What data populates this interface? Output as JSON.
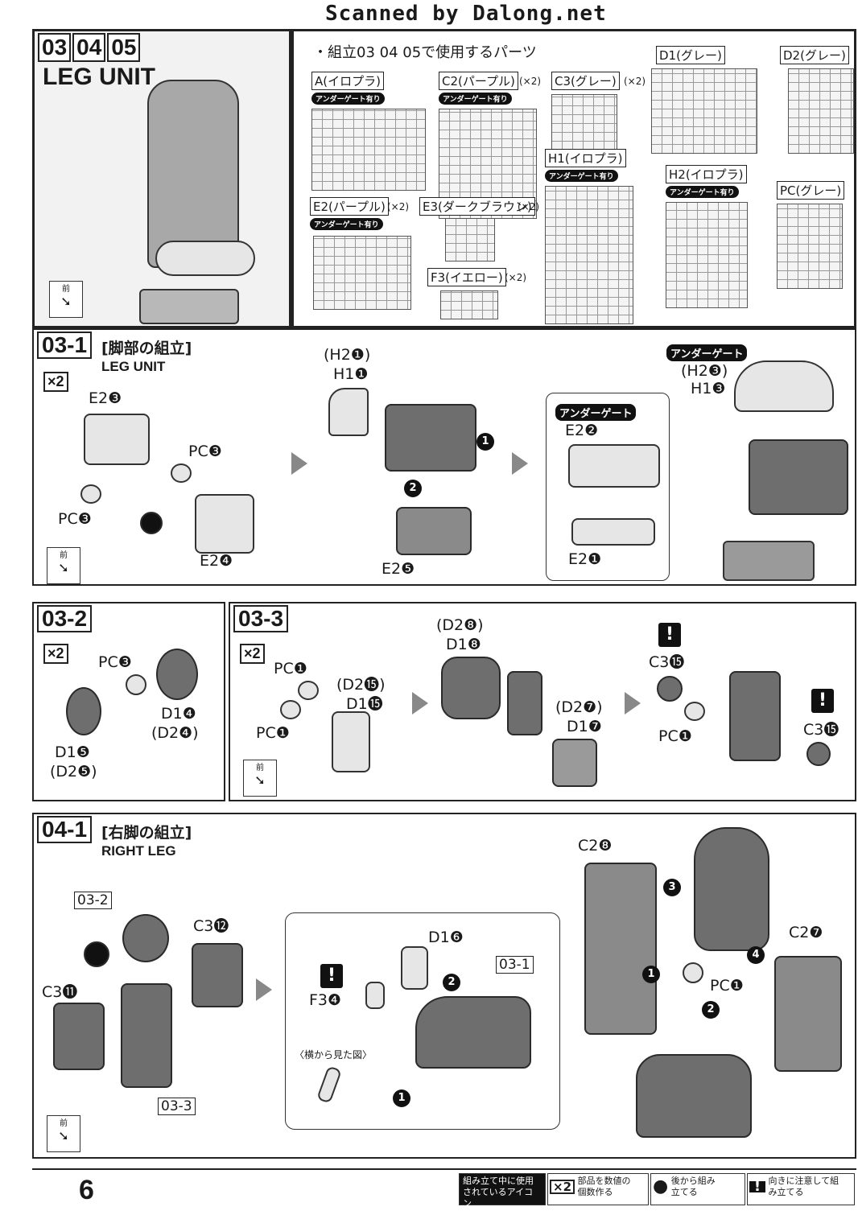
{
  "header": {
    "scan_credit": "Scanned by Dalong.net"
  },
  "intro": {
    "step_numbers": [
      "03",
      "04",
      "05"
    ],
    "title": "LEG UNIT",
    "front_label": "前"
  },
  "parts_used": {
    "heading": "・組立03 04 05で使用するパーツ",
    "runners": [
      {
        "id": "A",
        "name": "A(イロプラ)",
        "badge": "アンダーゲート有り",
        "count": ""
      },
      {
        "id": "C2",
        "name": "C2(パープル)",
        "badge": "アンダーゲート有り",
        "count": "(×2)"
      },
      {
        "id": "C3",
        "name": "C3(グレー)",
        "badge": "",
        "count": "(×2)"
      },
      {
        "id": "D1",
        "name": "D1(グレー)",
        "badge": "",
        "count": ""
      },
      {
        "id": "D2",
        "name": "D2(グレー)",
        "badge": "",
        "count": ""
      },
      {
        "id": "H1",
        "name": "H1(イロプラ)",
        "badge": "アンダーゲート有り",
        "count": ""
      },
      {
        "id": "H2",
        "name": "H2(イロプラ)",
        "badge": "アンダーゲート有り",
        "count": ""
      },
      {
        "id": "PC",
        "name": "PC(グレー)",
        "badge": "",
        "count": ""
      },
      {
        "id": "E2",
        "name": "E2(パープル)",
        "badge": "アンダーゲート有り",
        "count": "(×2)"
      },
      {
        "id": "E3",
        "name": "E3(ダークブラウン)",
        "badge": "",
        "count": "(×2)"
      },
      {
        "id": "F3",
        "name": "F3(イエロー)",
        "badge": "",
        "count": "(×2)"
      }
    ]
  },
  "step_03_1": {
    "tag": "03-1",
    "title_jp": "[脚部の組立]",
    "title_en": "LEG UNIT",
    "multiplier": "×2",
    "labels": [
      "E2❸",
      "PC❸",
      "PC❸",
      "E2❹",
      "(H2❶)",
      "H1❶",
      "E2❺",
      "アンダーゲート",
      "E2❷",
      "E2❶",
      "アンダーゲート",
      "(H2❸)",
      "H1❸"
    ],
    "front_label": "前"
  },
  "step_03_2": {
    "tag": "03-2",
    "multiplier": "×2",
    "labels": [
      "PC❸",
      "D1❹",
      "(D2❹)",
      "D1❺",
      "(D2❺)"
    ]
  },
  "step_03_3": {
    "tag": "03-3",
    "multiplier": "×2",
    "labels": [
      "PC❶",
      "(D2⓯)",
      "D1⓯",
      "PC❶",
      "(D2❽)",
      "D1❽",
      "(D2❼)",
      "D1❼",
      "C3⓯",
      "PC❶",
      "C3⓯"
    ],
    "front_label": "前"
  },
  "step_04_1": {
    "tag": "04-1",
    "title_jp": "[右脚の組立]",
    "title_en": "RIGHT LEG",
    "labels": [
      "03-2",
      "C3⓬",
      "C3⓫",
      "03-3",
      "D1❻",
      "F3❹",
      "03-1",
      "〈横から見た図〉",
      "C2❽",
      "C2❼",
      "PC❶"
    ],
    "front_label": "前"
  },
  "footer": {
    "page_number": "6",
    "legend_title": "組み立て中に使用されているアイコン",
    "legend": [
      {
        "icon": "×2",
        "text": "部品を数値の個数作る"
      },
      {
        "icon": "●",
        "text": "後から組み立てる"
      },
      {
        "icon": "!",
        "text": "向きに注意して組み立てる"
      }
    ]
  }
}
